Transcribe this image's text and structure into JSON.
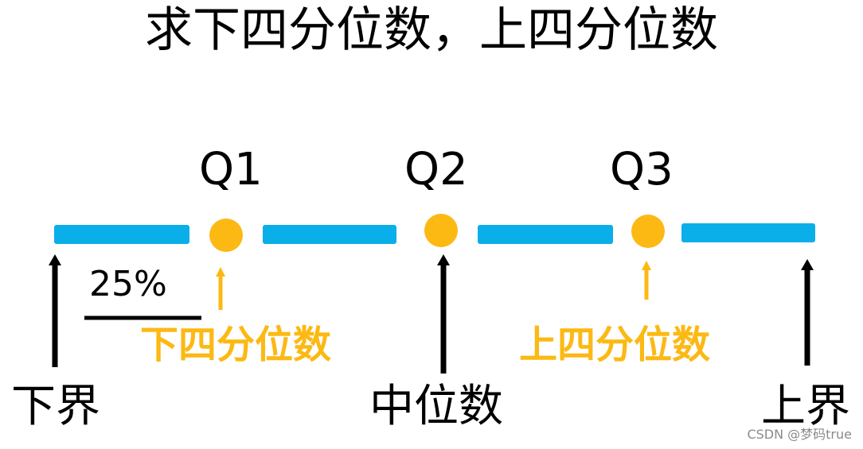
{
  "title": "求下四分位数，上四分位数",
  "labels": {
    "q1": "Q1",
    "q2": "Q2",
    "q3": "Q3",
    "percent": "25%",
    "lower_quartile": "下四分位数",
    "upper_quartile": "上四分位数",
    "lower_bound": "下界",
    "median": "中位数",
    "upper_bound": "上界"
  },
  "watermark": "CSDN @梦码true",
  "colors": {
    "segment": "#0aaee8",
    "point": "#fcb914",
    "quartile_text": "#fcb914",
    "arrow": "#000000"
  }
}
